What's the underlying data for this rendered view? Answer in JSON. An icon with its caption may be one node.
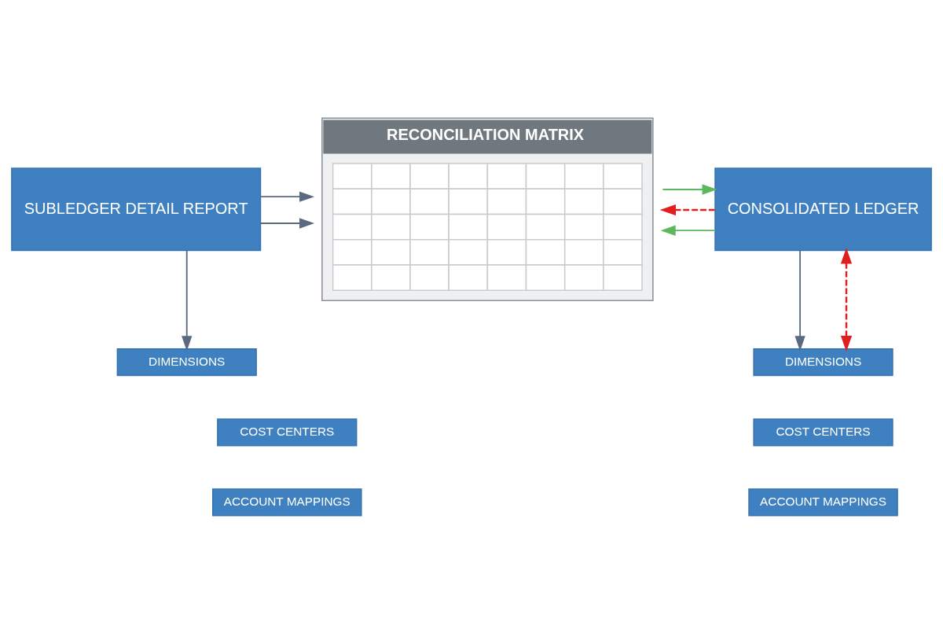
{
  "diagram": {
    "nodes": [
      {
        "text": [
          "SUBLEDGER DETAIL REPORT"
        ]
      },
      {
        "text": [
          "RECONCILIATION MATRIX"
        ]
      },
      {
        "text": [
          "CONSOLIDATED LEDGER"
        ]
      },
      {
        "text": [
          "DIMENSIONS"
        ]
      },
      {
        "text": [
          "COST CENTERS"
        ]
      },
      {
        "text": [
          "ACCOUNT MAPPINGS"
        ]
      },
      {
        "text": [
          "DIMENSIONS"
        ]
      },
      {
        "text": [
          "COST CENTERS"
        ]
      },
      {
        "text": [
          "ACCOUNT MAPPINGS"
        ]
      }
    ],
    "edges": [
      {
        "from": 0,
        "to": 1,
        "arrow": "to"
      },
      {
        "from": 0,
        "to": 1,
        "arrow": "to"
      },
      {
        "from": 0,
        "to": 3,
        "arrow": "to"
      },
      {
        "from": 1,
        "to": 2,
        "arrow": "to",
        "color": "#5cb85c"
      },
      {
        "from": 2,
        "to": 1,
        "arrow": "to",
        "style": "dashed",
        "color": "#e02020"
      },
      {
        "from": 2,
        "to": 1,
        "arrow": "to",
        "color": "#5cb85c"
      },
      {
        "from": 2,
        "to": 6,
        "arrow": "to"
      },
      {
        "from": 2,
        "to": 6,
        "arrow": "both",
        "style": "dashed",
        "color": "#e02020"
      }
    ]
  }
}
